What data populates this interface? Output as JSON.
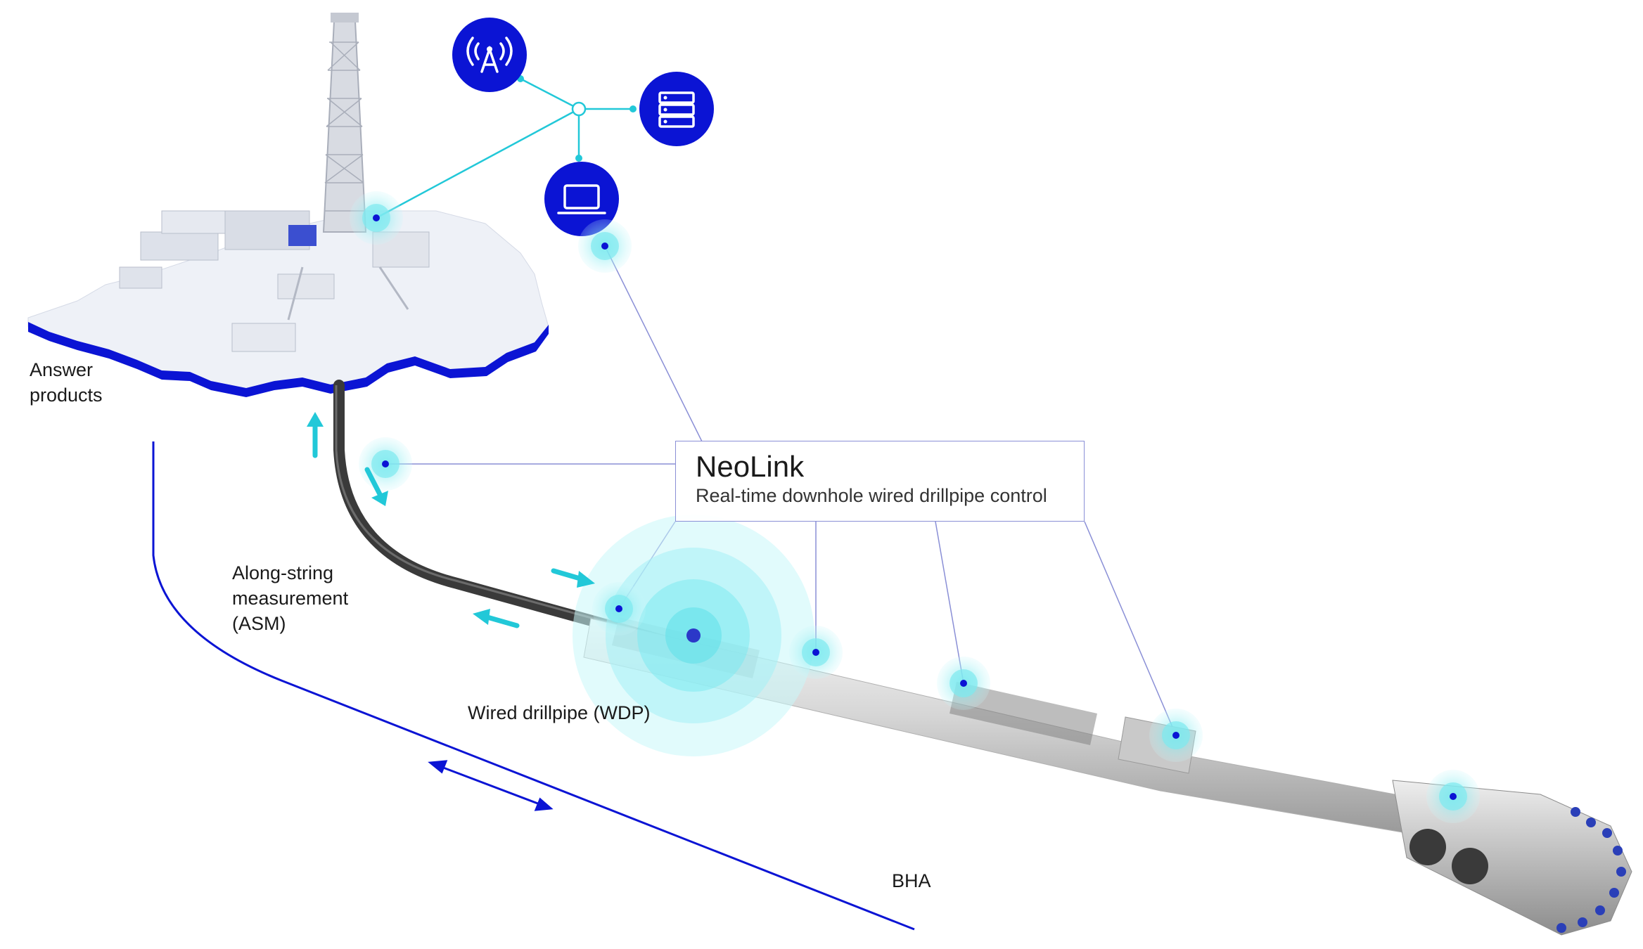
{
  "labels": {
    "answer_products": [
      "Answer",
      "products"
    ],
    "asm": [
      "Along-string",
      "measurement",
      "(ASM)"
    ],
    "wdp": "Wired drillpipe (WDP)",
    "bha": "BHA"
  },
  "callout": {
    "title": "NeoLink",
    "subtitle": "Real-time downhole wired drillpipe control"
  },
  "icons": [
    "antenna-icon",
    "server-icon",
    "laptop-icon"
  ],
  "colors": {
    "brand_blue": "#0b14d4",
    "accent_cyan": "#22c8d8",
    "pipe_dark": "#3a3a3a",
    "callout_border": "#8a8fd6"
  }
}
